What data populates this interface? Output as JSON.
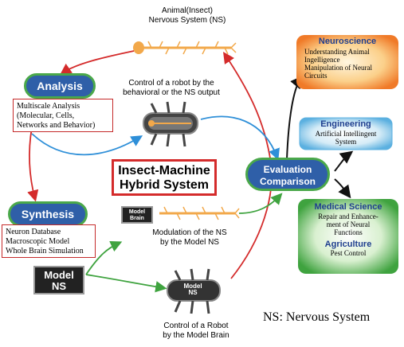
{
  "nodes": {
    "ns_top": "Animal(Insect)\nNervous System (NS)",
    "analysis": "Analysis",
    "analysis_box": "Multiscale Analysis\n(Molecular, Cells,\nNetworks and Behavior)",
    "robot_control": "Control of a robot by the\nbehavioral or the NS output",
    "hybrid": "Insect-Machine\nHybrid System",
    "synthesis": "Synthesis",
    "synthesis_box": "Neuron Database\nMacroscopic Model\nWhole Brain Simulation",
    "model_brain_chip": "Model\nBrain",
    "modulation": "Modulation of the NS\nby the Model NS",
    "model_ns_chip": "Model\nNS",
    "robot_model_label": "Model\nNS",
    "robot_model_control": "Control of a Robot\nby the Model Brain",
    "evaluation": "Evaluation\nComparison",
    "legend": "NS: Nervous System"
  },
  "outcomes": {
    "neuroscience": {
      "title": "Neuroscience",
      "body": "Understanding Animal\nIngelligence\nManipulation of Neural\nCircuits"
    },
    "engineering": {
      "title": "Engineering",
      "body": "Artificial Intellingent\nSystem"
    },
    "medical": {
      "title": "Medical Science",
      "body": "Repair and Enhance-\nment of Neural\nFunctions"
    },
    "agriculture": {
      "title": "Agriculture",
      "body": "Pest Control"
    }
  },
  "colors": {
    "red_arrow": "#d42b2b",
    "blue_arrow": "#2e8fd8",
    "green_arrow": "#3fa33f",
    "pill_fill": "#2f5fa8",
    "pill_border": "#4aa84a",
    "neuron": "#f2a84a"
  }
}
